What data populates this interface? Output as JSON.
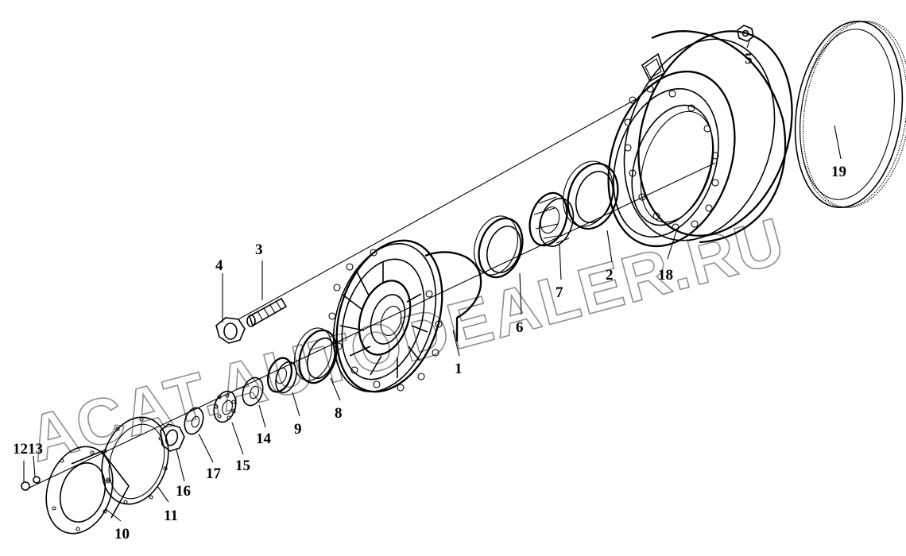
{
  "watermark": {
    "text": "ACAT.AUTODEALER.RU",
    "color": "#8f8f8f"
  },
  "callouts": [
    {
      "id": "c1",
      "text": "1"
    },
    {
      "id": "c2",
      "text": "2"
    },
    {
      "id": "c3",
      "text": "3"
    },
    {
      "id": "c4",
      "text": "4"
    },
    {
      "id": "c5",
      "text": "5"
    },
    {
      "id": "c6",
      "text": "6"
    },
    {
      "id": "c7",
      "text": "7"
    },
    {
      "id": "c8",
      "text": "8"
    },
    {
      "id": "c9",
      "text": "9"
    },
    {
      "id": "c10",
      "text": "10"
    },
    {
      "id": "c11",
      "text": "11"
    },
    {
      "id": "c1213",
      "text": "1213"
    },
    {
      "id": "c14",
      "text": "14"
    },
    {
      "id": "c15",
      "text": "15"
    },
    {
      "id": "c16",
      "text": "16"
    },
    {
      "id": "c17",
      "text": "17"
    },
    {
      "id": "c18",
      "text": "18"
    },
    {
      "id": "c19",
      "text": "19"
    }
  ]
}
